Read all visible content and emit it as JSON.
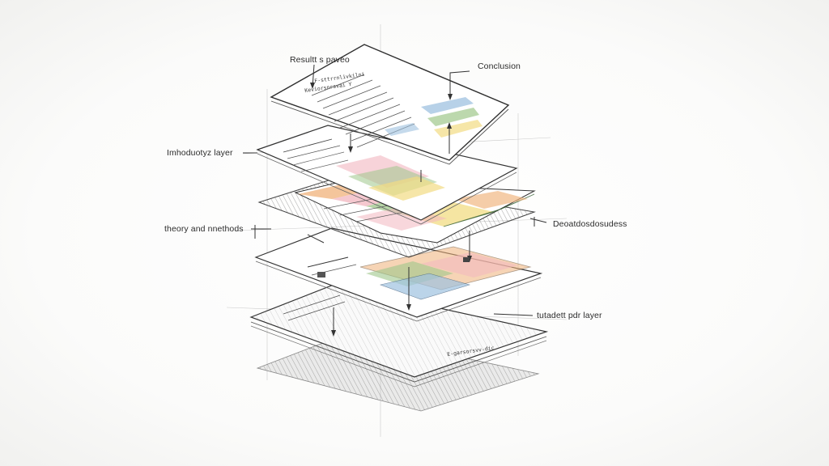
{
  "labels": {
    "results": "Resultt s paveo",
    "conclusion": "Conclusion",
    "introductory": "Imhoduotyz layer",
    "theory": "theory and nnethods",
    "detailed": "Deoatdosdosudess",
    "foundation": "tutadett pdr layer"
  },
  "page_text": {
    "top_heading_1": "F-sttrrnlivkilni",
    "top_heading_2": "Keviorsnrsvai  Y",
    "bottom_note": "E-garsorsvv-dic"
  },
  "colors": {
    "pencil": "#3b3b3b",
    "paper": "#ffffff",
    "green": "#9fc78a",
    "orange": "#f0b27a",
    "pink": "#f2b6bf",
    "blue": "#9fc2e0",
    "yellow": "#f2dc83"
  }
}
